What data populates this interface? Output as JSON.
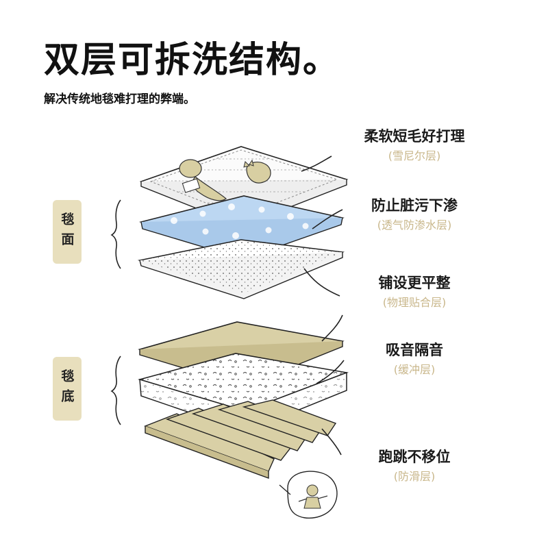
{
  "header": {
    "title": "双层可拆洗结构。",
    "subtitle": "解决传统地毯难打理的弊端。"
  },
  "tags": {
    "top": "毯面",
    "bottom": "毯底"
  },
  "layers": [
    {
      "main": "柔软短毛好打理",
      "sub": "(雪尼尔层)"
    },
    {
      "main": "防止脏污下渗",
      "sub": "(透气防渗水层)"
    },
    {
      "main": "铺设更平整",
      "sub": "(物理贴合层)"
    },
    {
      "main": "吸音隔音",
      "sub": "(缓冲层)"
    },
    {
      "main": "跑跳不移位",
      "sub": "(防滑层)"
    }
  ],
  "colors": {
    "tag_bg": "#e8dfbd",
    "sub_label": "#c9b78b",
    "blue_layer": "#bcd7f2",
    "khaki_layer": "#d9d0a6"
  }
}
